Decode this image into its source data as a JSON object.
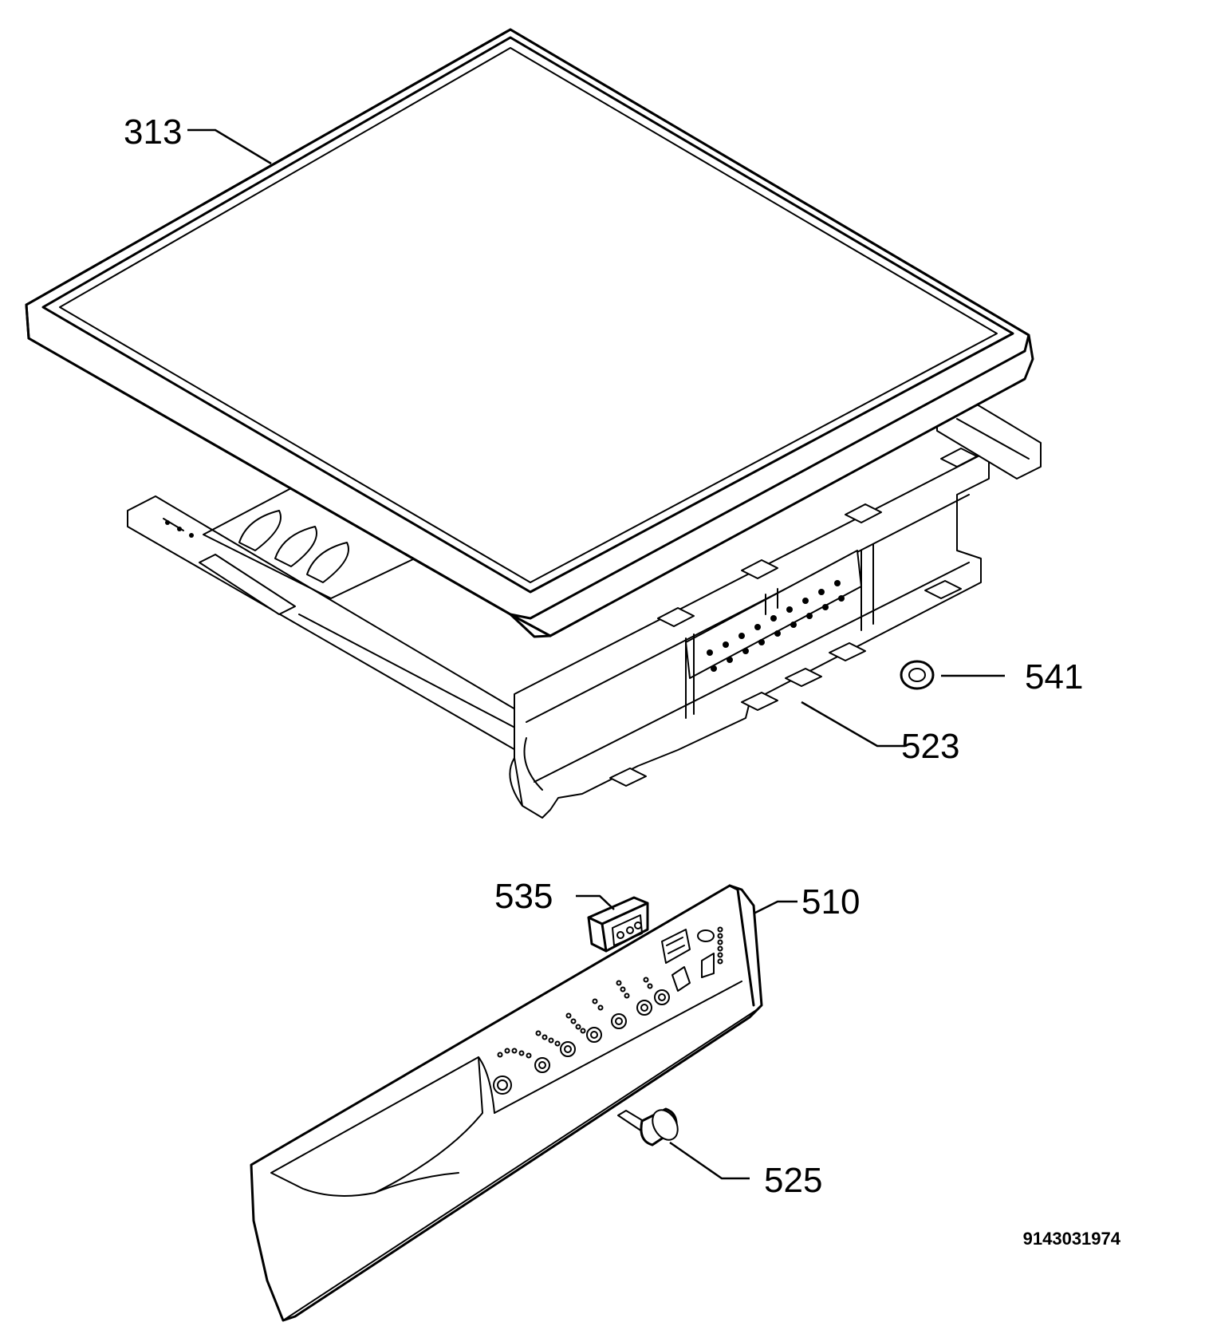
{
  "callouts": {
    "worktop": "313",
    "wire_support": "541",
    "control_frame": "523",
    "display_module": "535",
    "control_panel": "510",
    "knob": "525"
  },
  "document_number": "9143031974"
}
